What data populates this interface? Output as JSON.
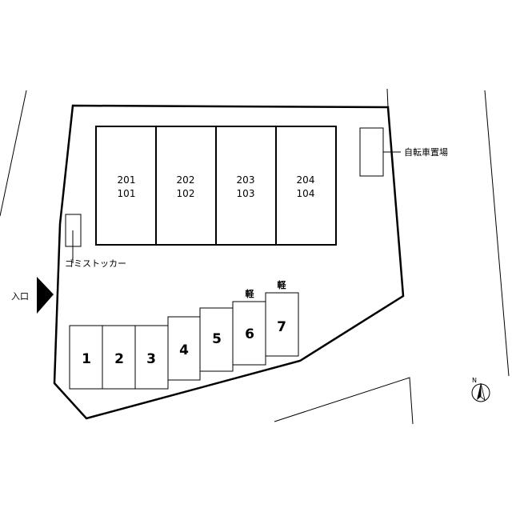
{
  "site_plan": {
    "entrance_label": "入口",
    "bicycle_parking_label": "自転車置場",
    "garbage_stocker_label": "ゴミストッカー",
    "north_label": "N",
    "units": [
      {
        "upper": "201",
        "lower": "101"
      },
      {
        "upper": "202",
        "lower": "102"
      },
      {
        "upper": "203",
        "lower": "103"
      },
      {
        "upper": "204",
        "lower": "104"
      }
    ],
    "parking": [
      {
        "number": "1",
        "tag": ""
      },
      {
        "number": "2",
        "tag": ""
      },
      {
        "number": "3",
        "tag": ""
      },
      {
        "number": "4",
        "tag": ""
      },
      {
        "number": "5",
        "tag": ""
      },
      {
        "number": "6",
        "tag": "軽"
      },
      {
        "number": "7",
        "tag": "軽"
      }
    ]
  }
}
